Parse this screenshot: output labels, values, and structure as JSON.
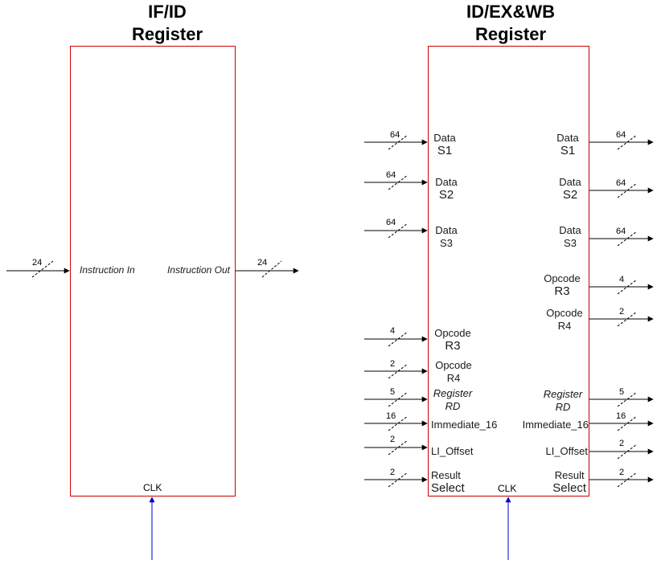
{
  "ifid": {
    "title_line1": "IF/ID",
    "title_line2": "Register",
    "input_label": "Instruction In",
    "output_label": "Instruction Out",
    "input_width": "24",
    "output_width": "24",
    "clk": "CLK"
  },
  "idex": {
    "title_line1": "ID/EX&WB",
    "title_line2": "Register",
    "clk": "CLK",
    "inputs": [
      {
        "line1": "Data",
        "line2": "S1",
        "width": "64"
      },
      {
        "line1": "Data",
        "line2": "S2",
        "width": "64"
      },
      {
        "line1": "Data",
        "line2": "S3",
        "width": "64"
      },
      {
        "line1": "Opcode",
        "line2": "R3",
        "width": "4"
      },
      {
        "line1": "Opcode",
        "line2": "R4",
        "width": "2"
      },
      {
        "line1": "Register",
        "line2": "RD",
        "width": "5"
      },
      {
        "line1": "Immediate_16",
        "line2": "",
        "width": "16"
      },
      {
        "line1": "LI_Offset",
        "line2": "",
        "width": "2"
      },
      {
        "line1": "Result",
        "line2": "Select",
        "width": "2"
      }
    ],
    "outputs": [
      {
        "line1": "Data",
        "line2": "S1",
        "width": "64"
      },
      {
        "line1": "Data",
        "line2": "S2",
        "width": "64"
      },
      {
        "line1": "Data",
        "line2": "S3",
        "width": "64"
      },
      {
        "line1": "Opcode",
        "line2": "R3",
        "width": "4"
      },
      {
        "line1": "Opcode",
        "line2": "R4",
        "width": "2"
      },
      {
        "line1": "Register",
        "line2": "RD",
        "width": "5"
      },
      {
        "line1": "Immediate_16",
        "line2": "",
        "width": "16"
      },
      {
        "line1": "LI_Offset",
        "line2": "",
        "width": "2"
      },
      {
        "line1": "Result",
        "line2": "Select",
        "width": "2"
      }
    ]
  },
  "colors": {
    "register_border": "#cc0000",
    "clock_arrow": "#0000cc",
    "signal": "#000000"
  }
}
